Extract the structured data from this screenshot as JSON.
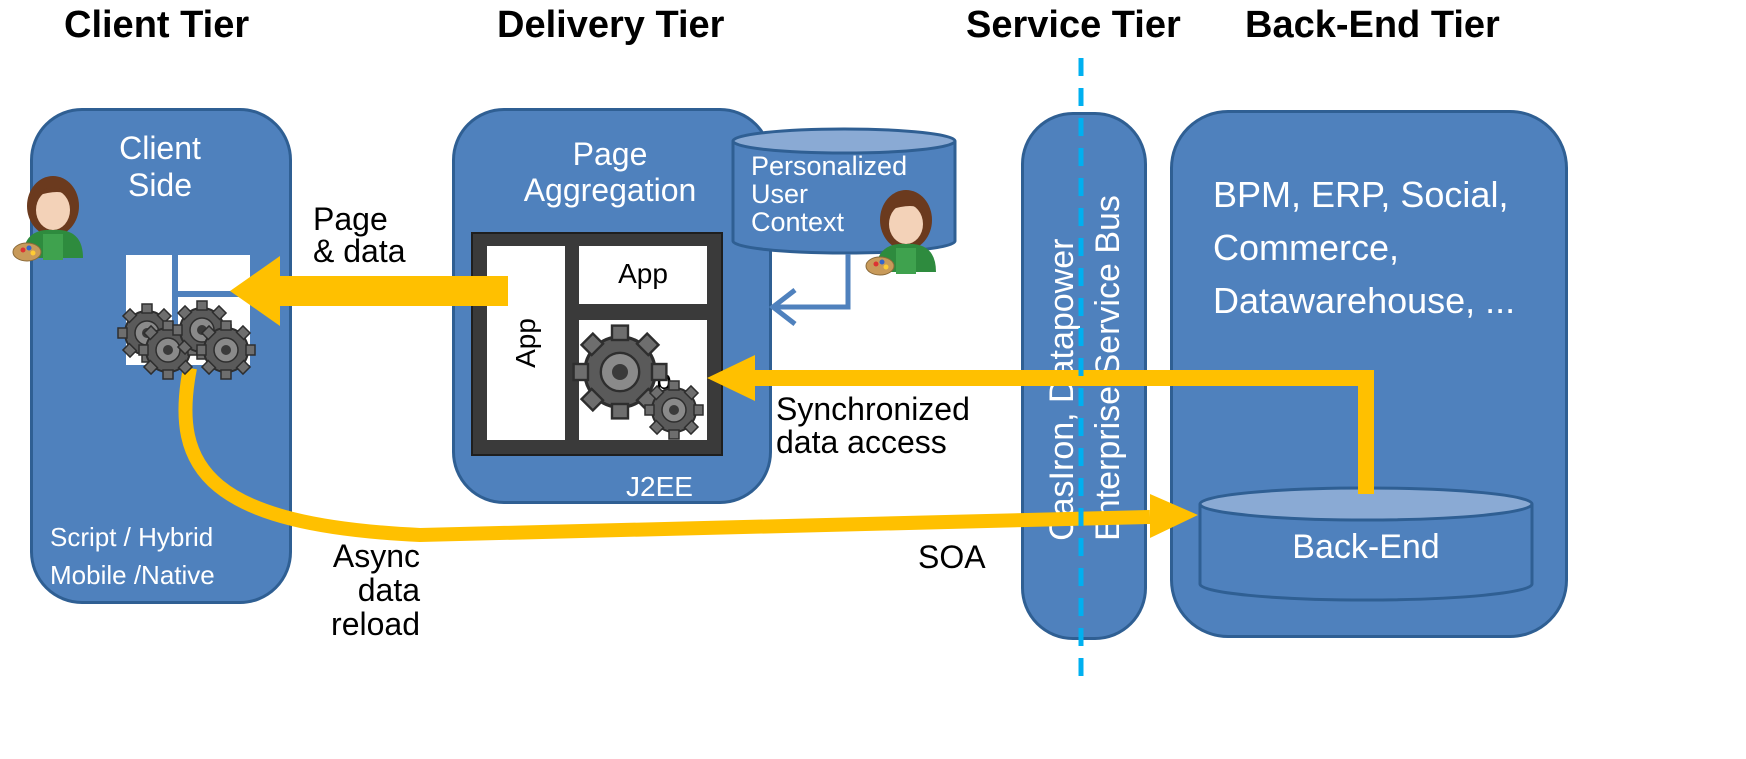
{
  "tiers": {
    "client": "Client Tier",
    "delivery": "Delivery Tier",
    "service": "Service Tier",
    "backend": "Back-End Tier"
  },
  "client_panel": {
    "title_line1": "Client",
    "title_line2": "Side",
    "footer_line1": "Script / Hybrid",
    "footer_line2": "Mobile /Native"
  },
  "delivery_panel": {
    "title_line1": "Page",
    "title_line2": "Aggregation",
    "app_left": "App",
    "app_top": "App",
    "app_bottom_fragment": "p",
    "footer": "J2EE"
  },
  "context_db": {
    "line1": "Personalized",
    "line2": "User",
    "line3": "Context"
  },
  "service_panel": {
    "line1": "CasIron, Datapower",
    "line2": "Enterprise Service Bus"
  },
  "backend_panel": {
    "line1": "BPM, ERP, Social,",
    "line2": "Commerce,",
    "line3": "Datawarehouse, ...",
    "db_label": "Back-End"
  },
  "arrows": {
    "page_data_line1": "Page",
    "page_data_line2": "& data",
    "sync_line1": "Synchronized",
    "sync_line2": "data access",
    "async_line1": "Async",
    "async_line2": "data",
    "async_line3": "reload",
    "soa": "SOA"
  },
  "colors": {
    "panel": "#4f81bd",
    "panel_border": "#2f5f93",
    "arrow": "#ffc000",
    "divider": "#00b0f0"
  },
  "icons": [
    "user-avatar-icon",
    "gear-icon"
  ]
}
